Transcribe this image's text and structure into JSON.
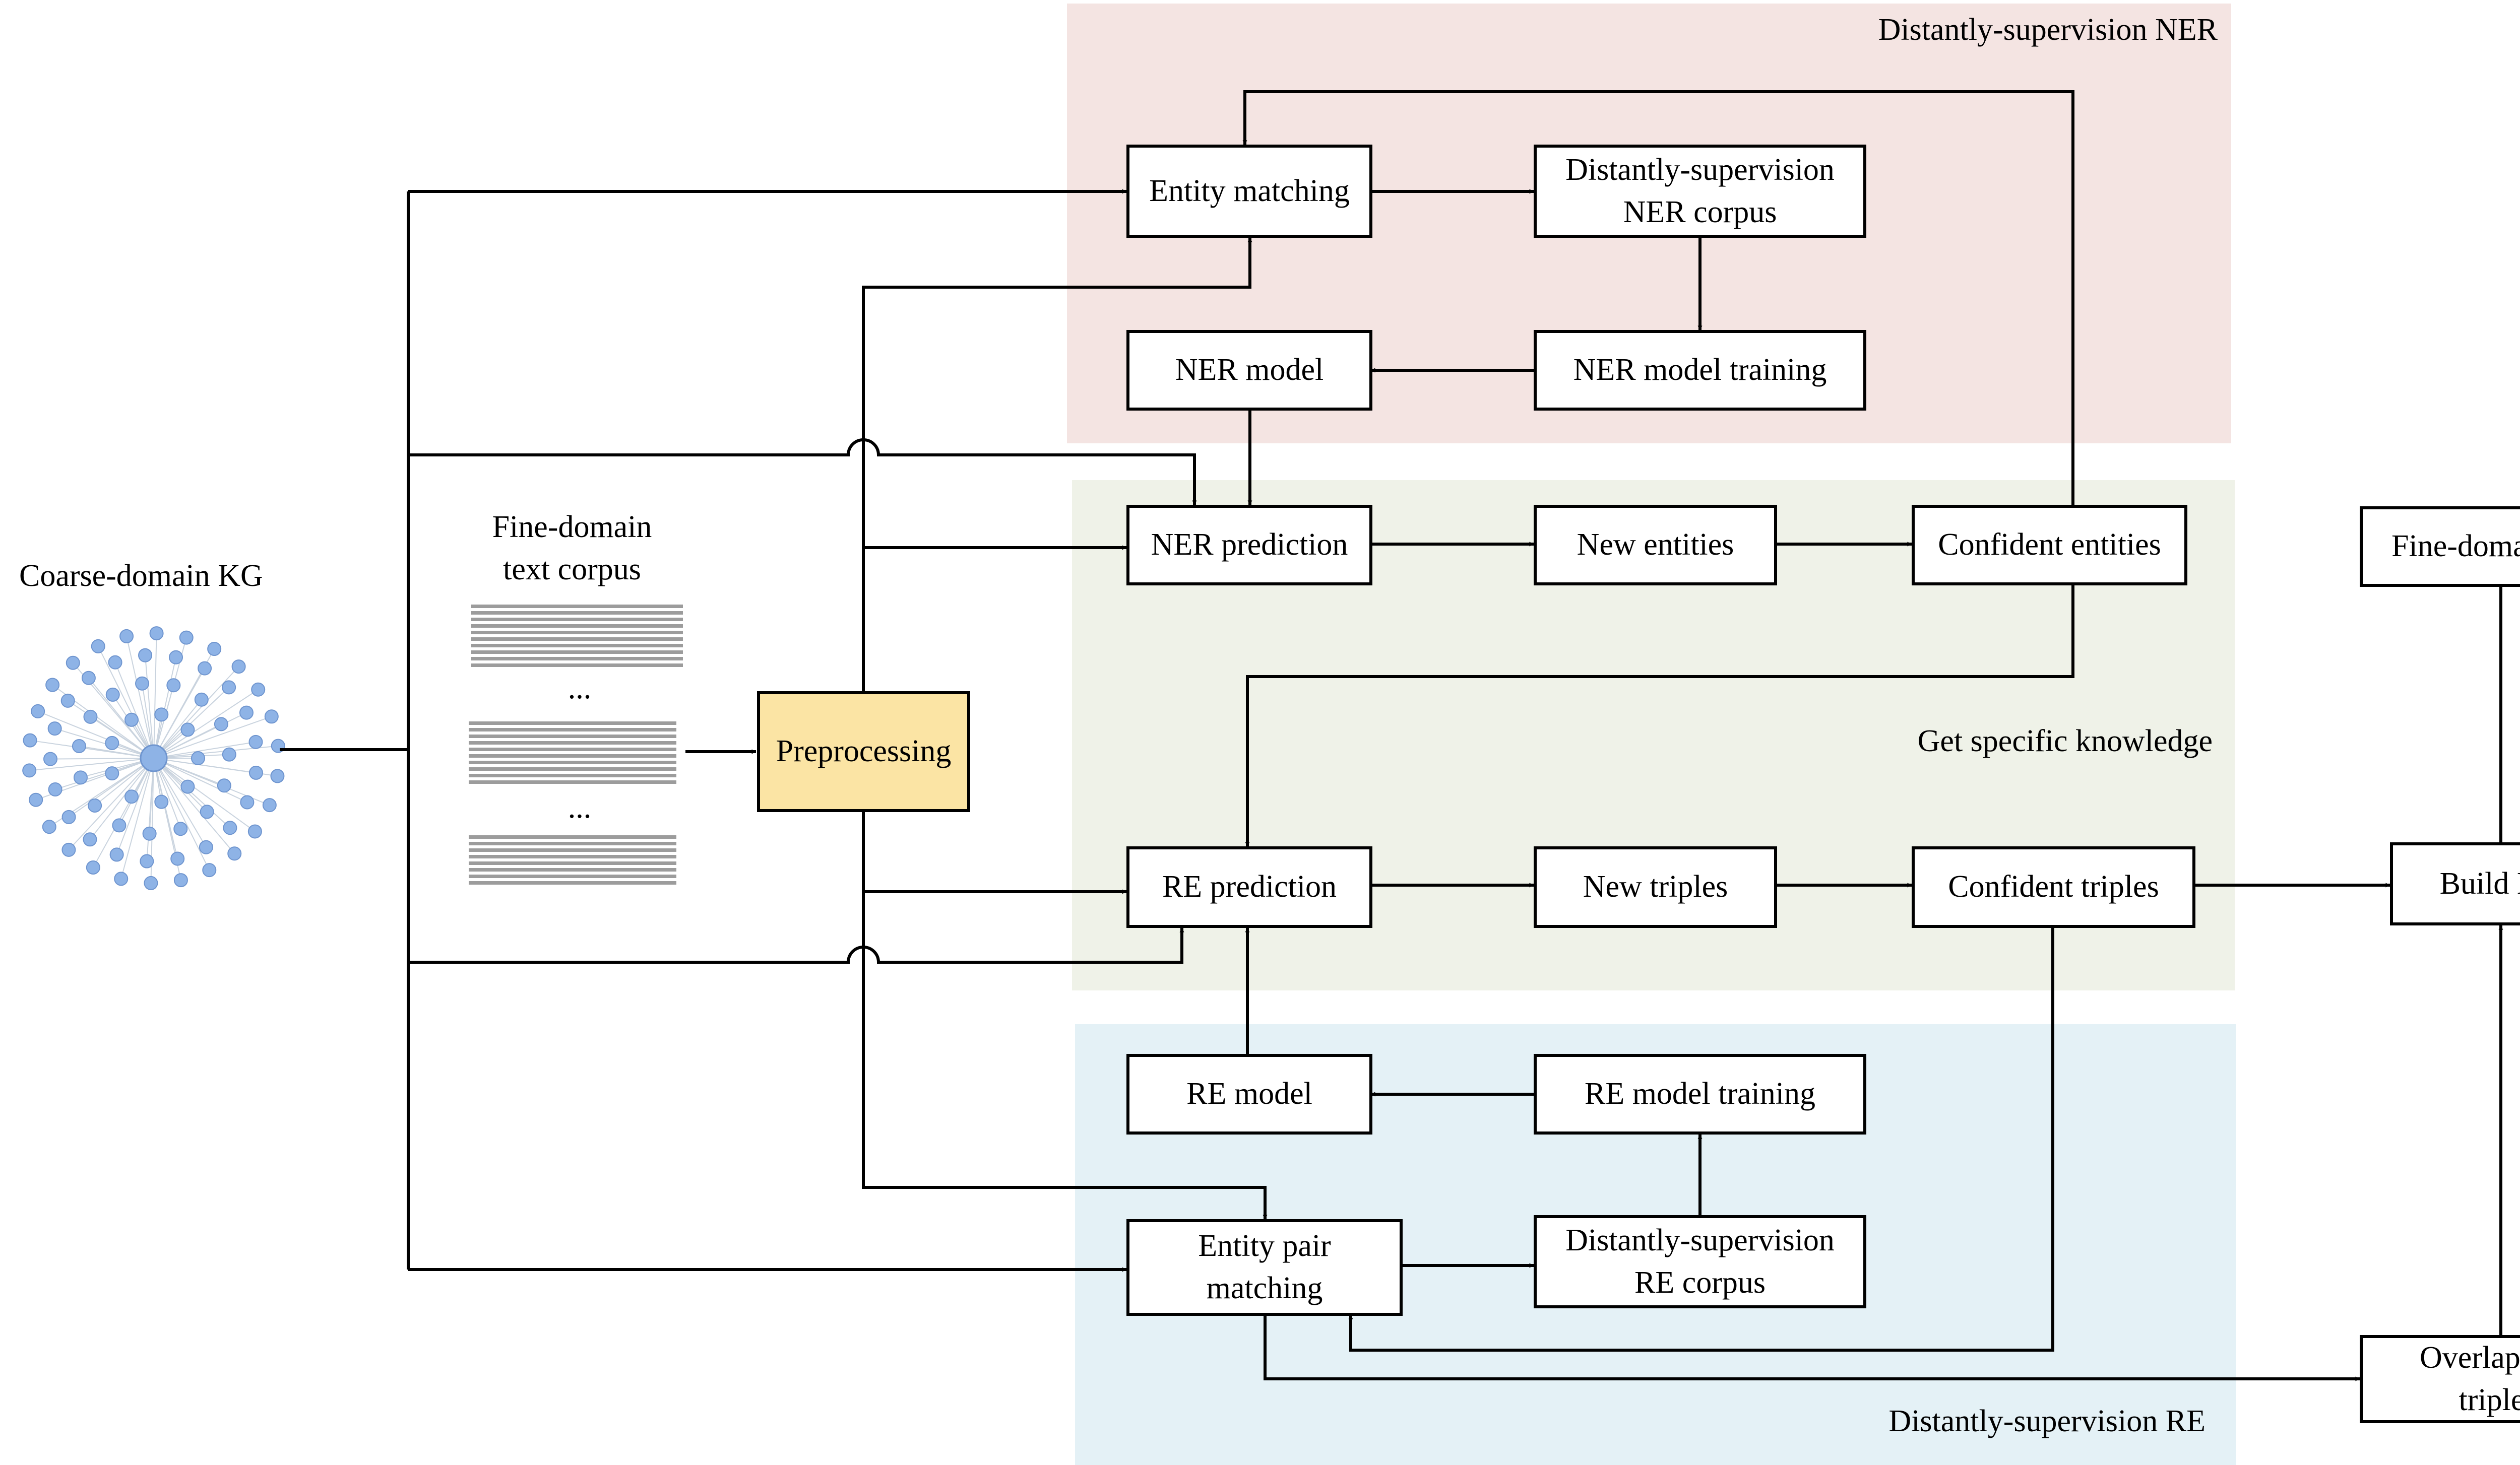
{
  "colors": {
    "ner_zone": "#f4e4e2",
    "knowledge_zone": "#eff2e8",
    "re_zone": "#e4f1f6",
    "preprocessing_fill": "#fbe4a4",
    "graph_node": "#8eb3e6",
    "graph_edge": "#c9d3de"
  },
  "zones": {
    "ner": "Distantly-supervision NER",
    "knowledge": "Get specific knowledge",
    "re": "Distantly-supervision RE"
  },
  "inputs": {
    "coarse_kg": "Coarse-domain KG",
    "corpus_line1": "Fine-domain",
    "corpus_line2": "text corpus",
    "ellipsis_1": "...",
    "ellipsis_2": "..."
  },
  "boxes": {
    "preprocessing": "Preprocessing",
    "entity_matching": "Entity matching",
    "ds_ner_corpus_line1": "Distantly-supervision",
    "ds_ner_corpus_line2": "NER corpus",
    "ner_model": "NER model",
    "ner_model_training": "NER model training",
    "ner_prediction": "NER prediction",
    "new_entities": "New entities",
    "confident_entities": "Confident  entities",
    "re_prediction": "RE prediction",
    "new_triples": "New triples",
    "confident_triples": "Confident triples",
    "build_kg": "Build KG",
    "fine_domain_kg": "Fine-domain  KG",
    "re_model": "RE model",
    "re_model_training": "RE model training",
    "entity_pair_line1": "Entity pair",
    "entity_pair_line2": "matching",
    "ds_re_corpus_line1": "Distantly-supervision",
    "ds_re_corpus_line2": "RE corpus",
    "overlapping_line1": "Overlapping",
    "overlapping_line2": "triples"
  }
}
